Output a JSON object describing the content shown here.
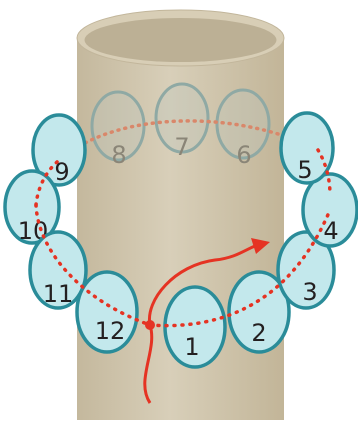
{
  "colors": {
    "background": "#ffffff",
    "cylinder_body": "#d3c8b0",
    "cylinder_top": "#bdb197",
    "ring_stroke": "#2a8c99",
    "ring_fill": "#c3e8ec",
    "ring_fill_back": "#bcc5bd",
    "ring_stroke_back": "#8fa9a4",
    "path_red": "#e53323",
    "label_front": "#231f20",
    "label_back": "#8a8577"
  },
  "rings": [
    {
      "label": "1",
      "side": "front"
    },
    {
      "label": "2",
      "side": "front"
    },
    {
      "label": "3",
      "side": "front"
    },
    {
      "label": "4",
      "side": "front"
    },
    {
      "label": "5",
      "side": "front"
    },
    {
      "label": "6",
      "side": "back"
    },
    {
      "label": "7",
      "side": "back"
    },
    {
      "label": "8",
      "side": "back"
    },
    {
      "label": "9",
      "side": "front"
    },
    {
      "label": "10",
      "side": "front"
    },
    {
      "label": "11",
      "side": "front"
    },
    {
      "label": "12",
      "side": "front"
    }
  ]
}
